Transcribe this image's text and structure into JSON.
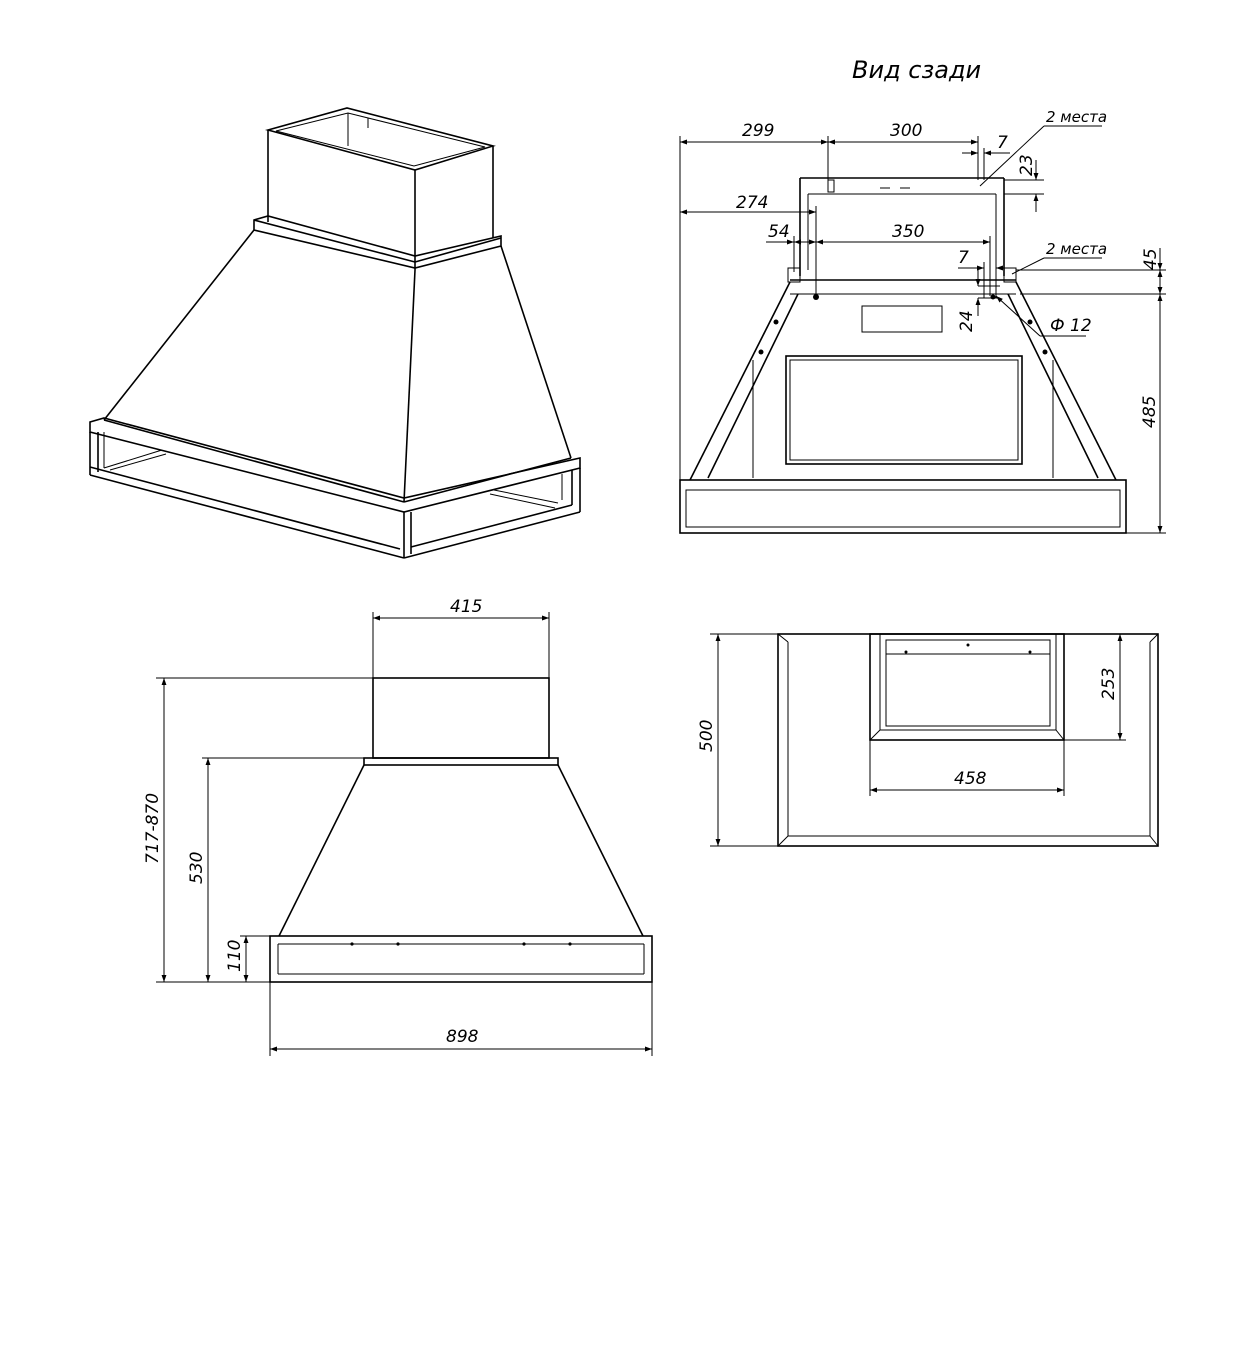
{
  "rear_view": {
    "title": "Вид сзади",
    "dims": {
      "d299": "299",
      "d300": "300",
      "d7a": "7",
      "d23": "23",
      "d274": "274",
      "d54": "54",
      "d350": "350",
      "d7b": "7",
      "d45": "45",
      "d24": "24",
      "d485": "485",
      "phi12": "Ф 12"
    },
    "notes": {
      "places_top": "2 места",
      "places_mid": "2 места"
    }
  },
  "front_view": {
    "dims": {
      "d415": "415",
      "d717": "717-870",
      "d530": "530",
      "d110": "110",
      "d898": "898"
    }
  },
  "top_view": {
    "dims": {
      "d500": "500",
      "d253": "253",
      "d458": "458"
    }
  }
}
